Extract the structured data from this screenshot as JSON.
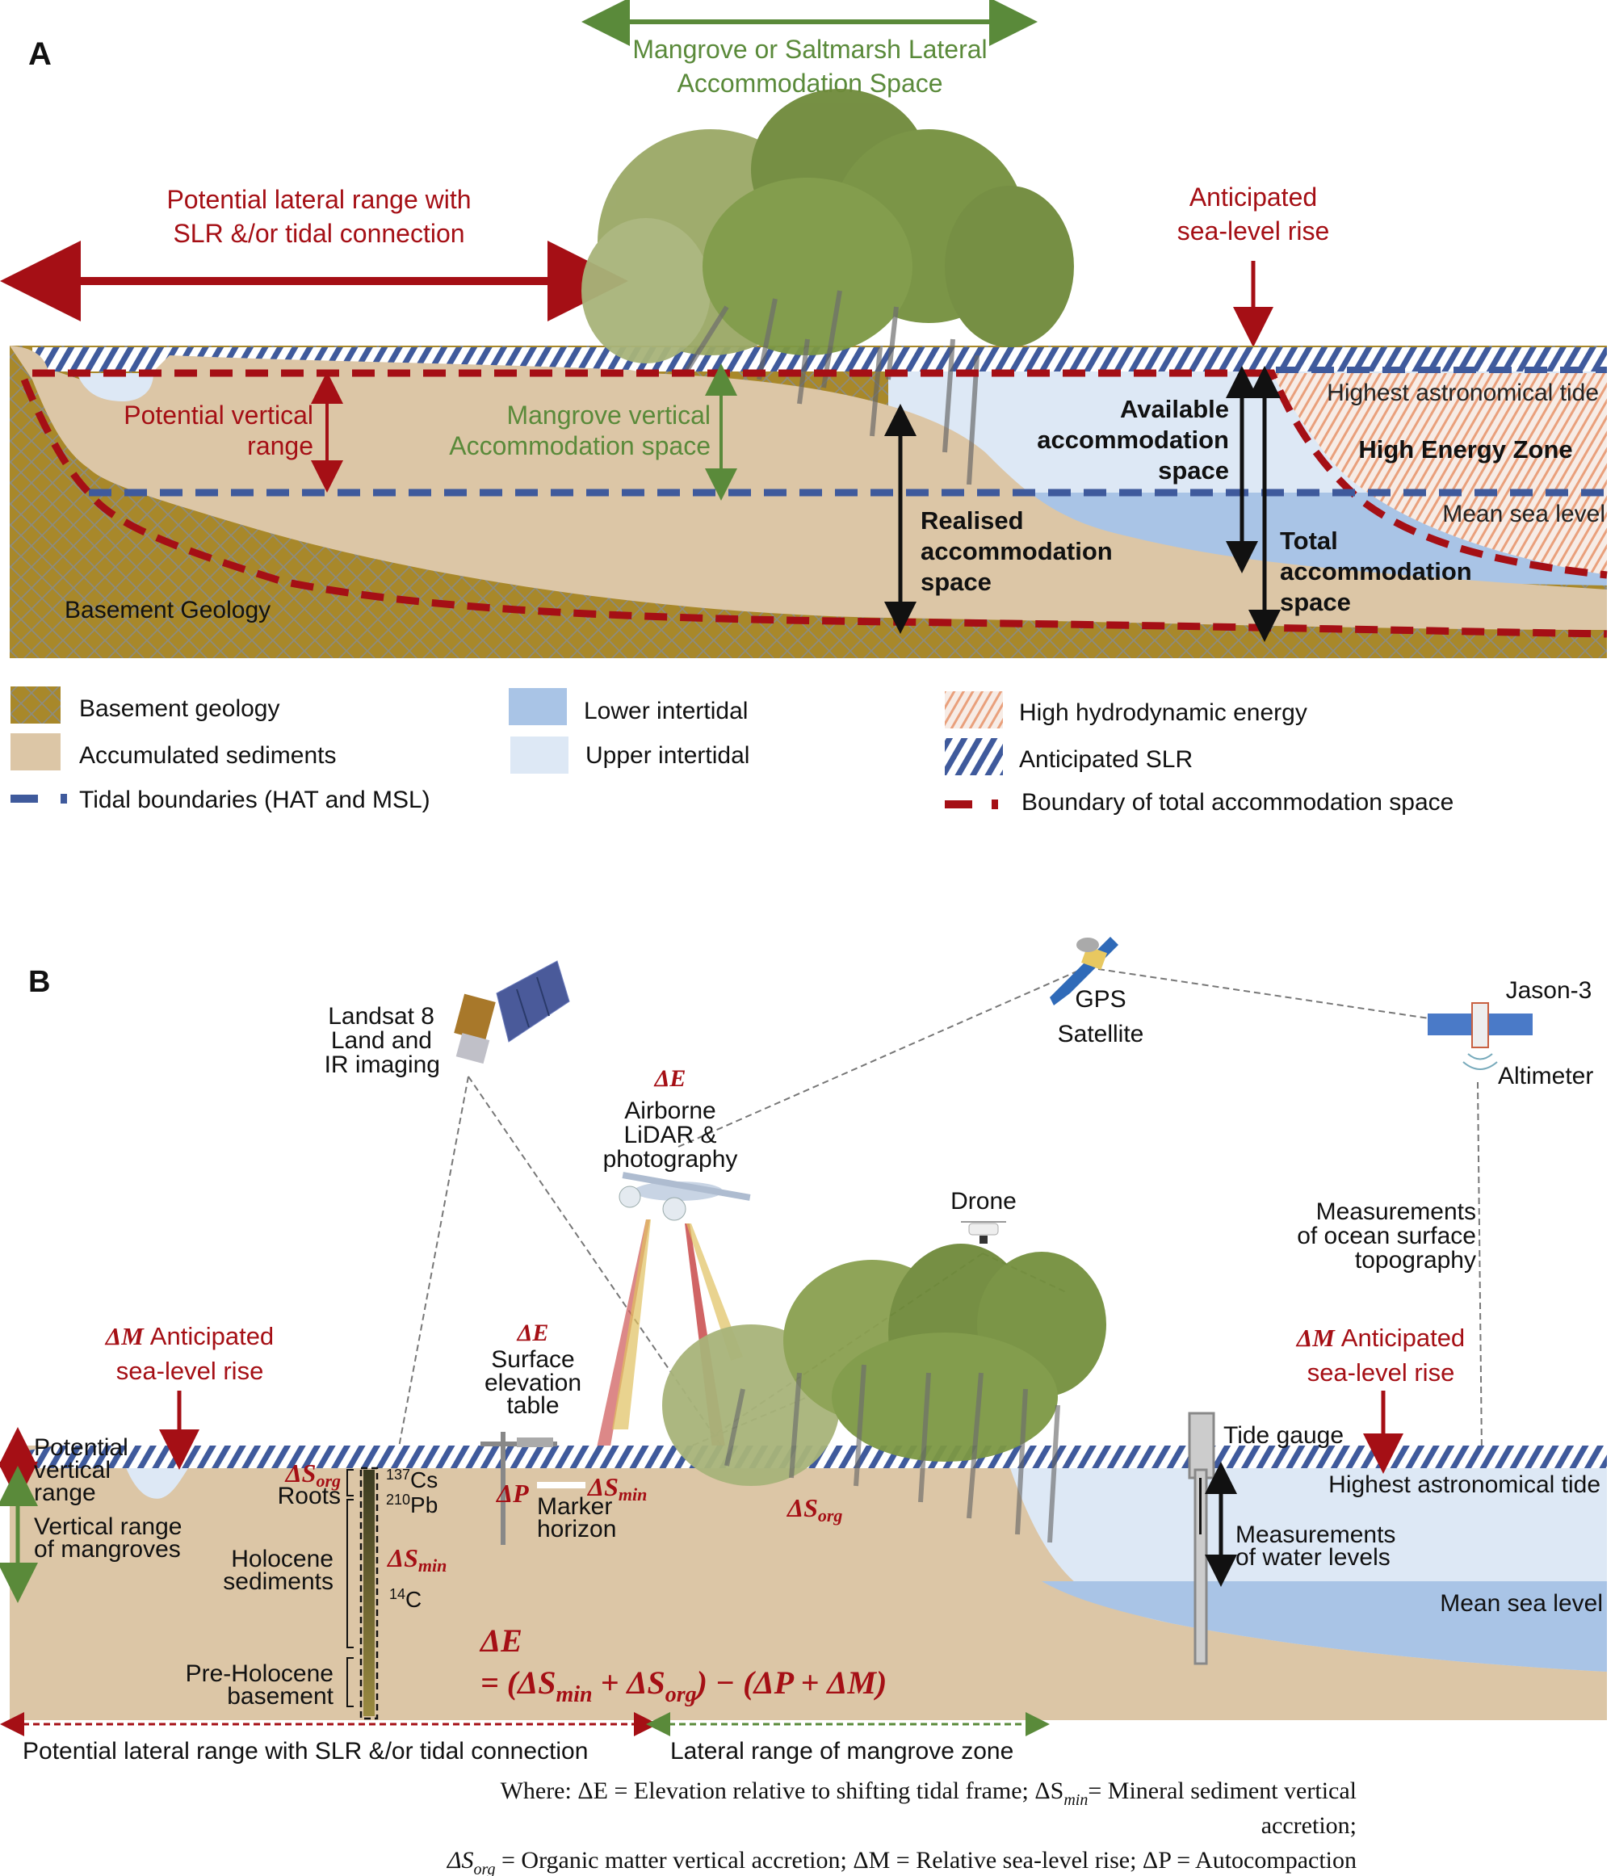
{
  "colors": {
    "red": "#a50f15",
    "green": "#5a8a3a",
    "blue_dash": "#3f5a9c",
    "sediment": "#dcc6a6",
    "basement": "#a8882a",
    "lower_intertidal": "#a9c4e6",
    "upper_intertidal": "#dde8f5",
    "high_energy": "#e9a07c",
    "black": "#111111"
  },
  "panel_a": {
    "label": "A",
    "mangrove_lateral": [
      "Mangrove or Saltmarsh Lateral",
      "Accommodation Space"
    ],
    "potential_lateral": [
      "Potential lateral range with",
      "SLR &/or tidal connection"
    ],
    "anticipated_slr": [
      "Anticipated",
      "sea-level rise"
    ],
    "potential_vertical": [
      "Potential vertical",
      "range"
    ],
    "mangrove_vertical": [
      "Mangrove vertical",
      "Accommodation space"
    ],
    "available": [
      "Available",
      "accommodation",
      "space"
    ],
    "realised": [
      "Realised",
      "accommodation",
      "space"
    ],
    "total": [
      "Total",
      "accommodation",
      "space"
    ],
    "hat": "Highest astronomical tide",
    "high_energy": "High Energy Zone",
    "msl": "Mean sea level",
    "basement": "Basement Geology"
  },
  "legend": {
    "items": [
      {
        "label": "Basement geology",
        "swatch": "basement"
      },
      {
        "label": "Accumulated sediments",
        "swatch": "sediment"
      },
      {
        "label": "Tidal boundaries (HAT and MSL)",
        "swatch": "blue-dash"
      },
      {
        "label": "Lower intertidal",
        "swatch": "lower"
      },
      {
        "label": "Upper intertidal",
        "swatch": "upper"
      },
      {
        "label": "High hydrodynamic energy",
        "swatch": "high-energy"
      },
      {
        "label": "Anticipated SLR",
        "swatch": "slr-hatch"
      },
      {
        "label": "Boundary of total accommodation space",
        "swatch": "red-dash"
      }
    ]
  },
  "panel_b": {
    "label": "B",
    "landsat": [
      "Landsat 8",
      "Land and",
      "IR imaging"
    ],
    "gps": [
      "GPS",
      "Satellite"
    ],
    "jason": "Jason-3",
    "altimeter": "Altimeter",
    "airborne_delta": "ΔE",
    "airborne": [
      "Airborne",
      "LiDAR &",
      "photography"
    ],
    "drone": "Drone",
    "ocean_meas": [
      "Measurements",
      "of ocean surface",
      "topography"
    ],
    "dm_left": [
      "ΔM",
      "Anticipated",
      "sea-level rise"
    ],
    "dm_right": [
      "ΔM",
      "Anticipated",
      "sea-level rise"
    ],
    "set_delta": "ΔE",
    "set": [
      "Surface",
      "elevation",
      "table"
    ],
    "tide_gauge": "Tide gauge",
    "hat": "Highest astronomical tide",
    "water_meas": [
      "Measurements",
      "of water levels"
    ],
    "msl": "Mean sea level",
    "potential_vertical": [
      "Potential",
      "vertical",
      "range"
    ],
    "vertical_mangroves": [
      "Vertical range",
      "of mangroves"
    ],
    "s_org": "ΔS",
    "s_org_sub": "org",
    "roots": "Roots",
    "cs": {
      "sup": "137",
      "el": "Cs"
    },
    "pb": {
      "sup": "210",
      "el": "Pb"
    },
    "c14": {
      "sup": "14",
      "el": "C"
    },
    "holocene": [
      "Holocene",
      "sediments"
    ],
    "s_min": "ΔS",
    "s_min_sub": "min",
    "pre_holocene": [
      "Pre-Holocene",
      "basement"
    ],
    "dp": "ΔP",
    "marker": [
      "Marker",
      "horizon"
    ],
    "equation_lhs": "ΔE",
    "equation_rhs": "= (ΔS",
    "equation_parts": {
      "min": "min",
      "plus": " + ΔS",
      "org": "org",
      "tail": ") − (ΔP + ΔM)"
    },
    "lateral_potential": "Potential lateral range with SLR &/or tidal connection",
    "lateral_mangrove": "Lateral range of mangrove zone"
  },
  "caption": {
    "line1": "Where: ΔE = Elevation relative to shifting tidal frame; ΔS",
    "line1_sub": "min",
    "line1_tail": "= Mineral sediment vertical",
    "line2": "accretion;",
    "line3_head": "ΔS",
    "line3_sub": "org",
    "line3": " = Organic matter vertical accretion; ΔM = Relative sea-level rise; ΔP = Autocompaction"
  }
}
